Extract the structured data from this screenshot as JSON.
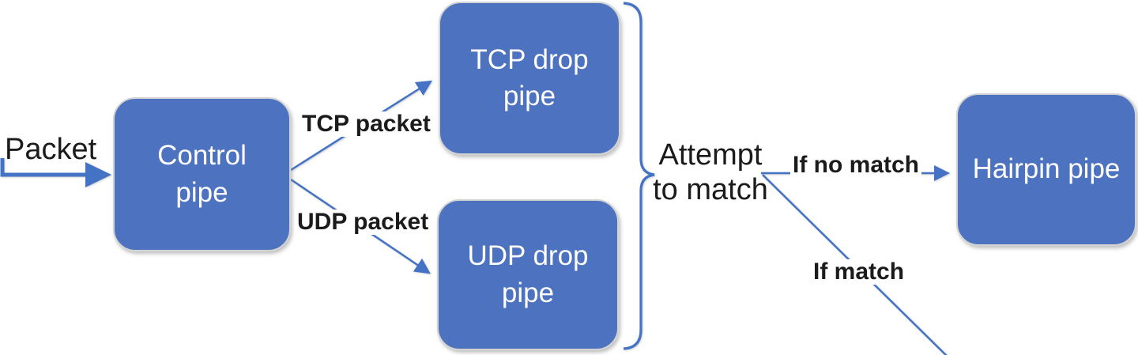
{
  "diagram": {
    "nodes": [
      {
        "id": "control",
        "label": "Control pipe"
      },
      {
        "id": "tcp-drop",
        "label": "TCP drop pipe"
      },
      {
        "id": "udp-drop",
        "label": "UDP drop pipe"
      },
      {
        "id": "hairpin",
        "label": "Hairpin pipe"
      }
    ],
    "edge_labels": {
      "packet": "Packet",
      "tcp_packet": "TCP packet",
      "udp_packet": "UDP packet",
      "if_no_match": "If no match",
      "if_match": "If match"
    },
    "annotations": {
      "group_brace": "Attempt to match"
    },
    "edges": [
      {
        "label": "Packet",
        "to": "Control pipe"
      },
      {
        "label": "TCP packet",
        "from": "Control pipe",
        "to": "TCP drop pipe"
      },
      {
        "label": "UDP packet",
        "from": "Control pipe",
        "to": "UDP drop pipe"
      },
      {
        "label": "If no match",
        "from": "Attempt to match",
        "to": "Hairpin pipe"
      },
      {
        "label": "If match",
        "from": "Attempt to match"
      }
    ],
    "colors": {
      "node_fill": "#4d72bf",
      "node_border": "#d4d4d4",
      "node_text": "#ffffff",
      "line": "#4472c4",
      "text": "#1b1b1b",
      "background": "#ffffff"
    }
  }
}
